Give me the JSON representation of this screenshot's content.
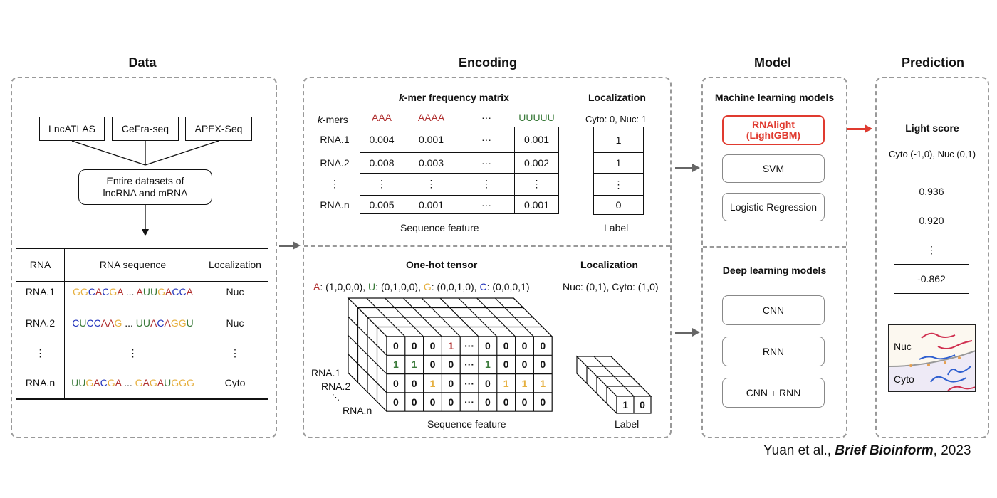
{
  "headers": {
    "data": "Data",
    "encoding": "Encoding",
    "model": "Model",
    "prediction": "Prediction"
  },
  "data_panel": {
    "sources": [
      "LncATLAS",
      "CeFra-seq",
      "APEX-Seq"
    ],
    "merge_box": "Entire datasets of lncRNA and mRNA",
    "table": {
      "columns": [
        "RNA",
        "RNA sequence",
        "Localization"
      ],
      "rows": [
        {
          "rna": "RNA.1",
          "seq": "GGCACGA ... AUUGACCA",
          "loc": "Nuc"
        },
        {
          "rna": "RNA.2",
          "seq": "CUCCAAG ... UUACAGGU",
          "loc": "Nuc"
        },
        {
          "rna": "⋮",
          "seq": "⋮",
          "loc": "⋮"
        },
        {
          "rna": "RNA.n",
          "seq": "UUGACGA ... GAGAUGGG",
          "loc": "Cyto"
        }
      ]
    }
  },
  "encoding": {
    "kmer": {
      "title_italic": "k",
      "title_rest": "-mer frequency matrix",
      "row_header_italic": "k",
      "row_header_rest": "-mers",
      "columns": [
        "AAA",
        "AAAA",
        "···",
        "UUUUU"
      ],
      "rows": [
        {
          "name": "RNA.1",
          "values": [
            "0.004",
            "0.001",
            "···",
            "0.001"
          ]
        },
        {
          "name": "RNA.2",
          "values": [
            "0.008",
            "0.003",
            "···",
            "0.002"
          ]
        },
        {
          "name": "⋮",
          "values": [
            "⋮",
            "⋮",
            "⋮",
            "⋮"
          ]
        },
        {
          "name": "RNA.n",
          "values": [
            "0.005",
            "0.001",
            "···",
            "0.001"
          ]
        }
      ],
      "caption": "Sequence feature",
      "loc_title": "Localization",
      "loc_legend": "Cyto: 0, Nuc: 1",
      "labels": [
        "1",
        "1",
        "⋮",
        "0"
      ],
      "label_caption": "Label"
    },
    "onehot": {
      "title": "One-hot tensor",
      "legend": [
        {
          "base": "A",
          "code": ": (1,0,0,0), "
        },
        {
          "base": "U",
          "code": ": (0,1,0,0), "
        },
        {
          "base": "G",
          "code": ": (0,0,1,0), "
        },
        {
          "base": "C",
          "code": ": (0,0,0,1)"
        }
      ],
      "matrix": [
        [
          "0",
          "0",
          "0",
          "1",
          "···",
          "0",
          "0",
          "0",
          "0"
        ],
        [
          "1",
          "1",
          "0",
          "0",
          "···",
          "1",
          "0",
          "0",
          "0"
        ],
        [
          "0",
          "0",
          "1",
          "0",
          "···",
          "0",
          "1",
          "1",
          "1"
        ],
        [
          "0",
          "0",
          "0",
          "0",
          "···",
          "0",
          "0",
          "0",
          "0"
        ]
      ],
      "rna_labels": [
        "RNA.1",
        "RNA.2",
        "RNA.n"
      ],
      "caption": "Sequence feature",
      "loc_title": "Localization",
      "loc_legend": "Nuc: (0,1), Cyto: (1,0)",
      "label_values": [
        "1",
        "0"
      ],
      "label_caption": "Label"
    }
  },
  "model": {
    "ml_title": "Machine learning models",
    "ml": [
      "RNAlight (LightGBM)",
      "SVM",
      "Logistic Regression"
    ],
    "dl_title": "Deep learning models",
    "dl": [
      "CNN",
      "RNN",
      "CNN + RNN"
    ]
  },
  "prediction": {
    "title": "Light  score",
    "range": "Cyto (-1,0), Nuc (0,1)",
    "scores": [
      "0.936",
      "0.920",
      "⋮",
      "-0.862"
    ],
    "nuc": "Nuc",
    "cyto": "Cyto"
  },
  "citation": {
    "authors": "Yuan et al., ",
    "journal": "Brief Bioinform",
    "year": ", 2023"
  },
  "colors": {
    "A": "#b03030",
    "U": "#3a7a3a",
    "G": "#e6b040",
    "C": "#2233bb",
    "highlight": "#e03a2f"
  }
}
